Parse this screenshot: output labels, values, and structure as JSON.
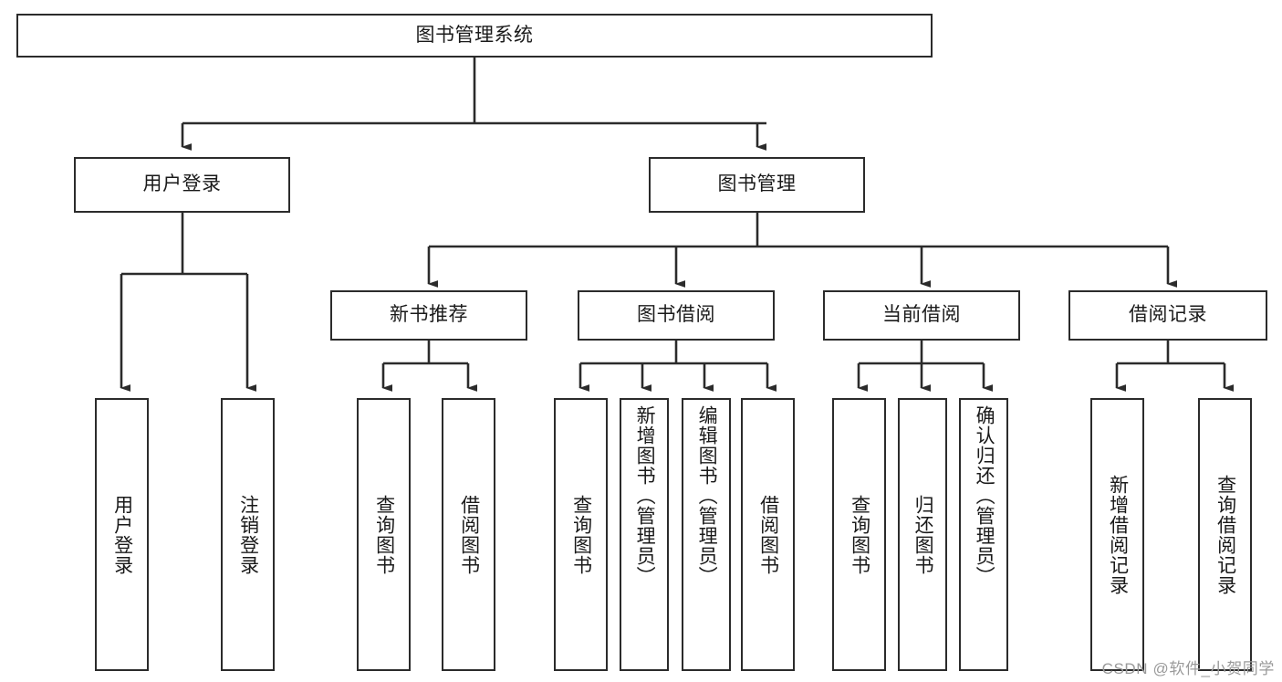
{
  "diagram": {
    "type": "tree",
    "title": "图书管理系统",
    "watermark": "CSDN @软件_小贺同学",
    "stroke_color": "#2b2b2b",
    "fill_color": "#ffffff",
    "text_color": "#1a1a1a",
    "background": "#ffffff",
    "root": {
      "id": "root",
      "label": "图书管理系统"
    },
    "level2": [
      {
        "id": "user-login",
        "label": "用户登录"
      },
      {
        "id": "book-manage",
        "label": "图书管理"
      }
    ],
    "level3": [
      {
        "id": "new-book-recommend",
        "label": "新书推荐",
        "parent": "book-manage"
      },
      {
        "id": "book-borrow",
        "label": "图书借阅",
        "parent": "book-manage"
      },
      {
        "id": "current-borrow",
        "label": "当前借阅",
        "parent": "book-manage"
      },
      {
        "id": "borrow-record",
        "label": "借阅记录",
        "parent": "book-manage"
      }
    ],
    "leaves": [
      {
        "id": "leaf-user-login",
        "label": "用户登录",
        "parent": "user-login"
      },
      {
        "id": "leaf-logout",
        "label": "注销登录",
        "parent": "user-login"
      },
      {
        "id": "leaf-query-book-1",
        "label": "查询图书",
        "parent": "new-book-recommend"
      },
      {
        "id": "leaf-borrow-book-1",
        "label": "借阅图书",
        "parent": "new-book-recommend"
      },
      {
        "id": "leaf-query-book-2",
        "label": "查询图书",
        "parent": "book-borrow"
      },
      {
        "id": "leaf-add-book",
        "label": "新增图书（管理员）",
        "parent": "book-borrow"
      },
      {
        "id": "leaf-edit-book",
        "label": "编辑图书（管理员）",
        "parent": "book-borrow"
      },
      {
        "id": "leaf-borrow-book-2",
        "label": "借阅图书",
        "parent": "book-borrow"
      },
      {
        "id": "leaf-query-book-3",
        "label": "查询图书",
        "parent": "current-borrow"
      },
      {
        "id": "leaf-return-book",
        "label": "归还图书",
        "parent": "current-borrow"
      },
      {
        "id": "leaf-confirm-return",
        "label": "确认归还（管理员）",
        "parent": "current-borrow"
      },
      {
        "id": "leaf-add-record",
        "label": "新增借阅记录",
        "parent": "borrow-record"
      },
      {
        "id": "leaf-query-record",
        "label": "查询借阅记录",
        "parent": "borrow-record"
      }
    ]
  }
}
